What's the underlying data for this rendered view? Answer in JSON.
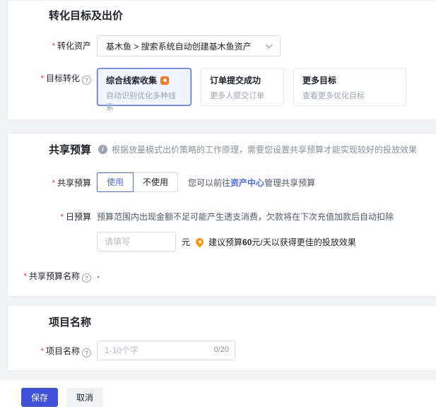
{
  "glyphs": {
    "required": "*",
    "question": "?",
    "info": "i"
  },
  "colors": {
    "accent": "#4e6ef2",
    "save_button": "#4051d9",
    "badge_orange": "#ff7a1d",
    "bulb_orange": "#ff9100"
  },
  "conversion": {
    "title": "转化目标及出价",
    "asset": {
      "label": "转化资产",
      "selected_value": "基木鱼 > 搜索系统自动创建基木鱼资产"
    },
    "goal": {
      "label": "目标转化",
      "cards": [
        {
          "title": "综合线索收集",
          "subtitle": "自动识别优化多种线索",
          "selected": "true",
          "badge": "hot"
        },
        {
          "title": "订单提交成功",
          "subtitle": "更多人提交订单"
        },
        {
          "title": "更多目标",
          "subtitle": "查看更多优化目标"
        }
      ]
    }
  },
  "budget": {
    "title": "共享预算",
    "note": "根据放量模式出价策略的工作原理，需要您设置共享预算才能实现较好的投放效果",
    "shared": {
      "label": "共享预算",
      "option_on": "使用",
      "option_off": "不使用",
      "selected": "使用",
      "hint_prefix": "您可以前往",
      "hint_link": "资产中心",
      "hint_suffix": "管理共享预算"
    },
    "daily": {
      "label": "日预算",
      "desc": "预算范围内出现金额不足可能产生透支消费，欠款将在下次充值加款后自动扣除",
      "placeholder": "请填写",
      "unit": "元",
      "tip_prefix": "建议预算",
      "tip_value": "60",
      "tip_suffix": "元/天以获得更佳的投放效果"
    },
    "name": {
      "label": "共享预算名称",
      "value": "-"
    }
  },
  "project": {
    "title": "项目名称",
    "name": {
      "label": "项目名称",
      "placeholder": "1-10个字",
      "counter": "0/20"
    }
  },
  "footer": {
    "save": "保存",
    "cancel": "取消"
  }
}
